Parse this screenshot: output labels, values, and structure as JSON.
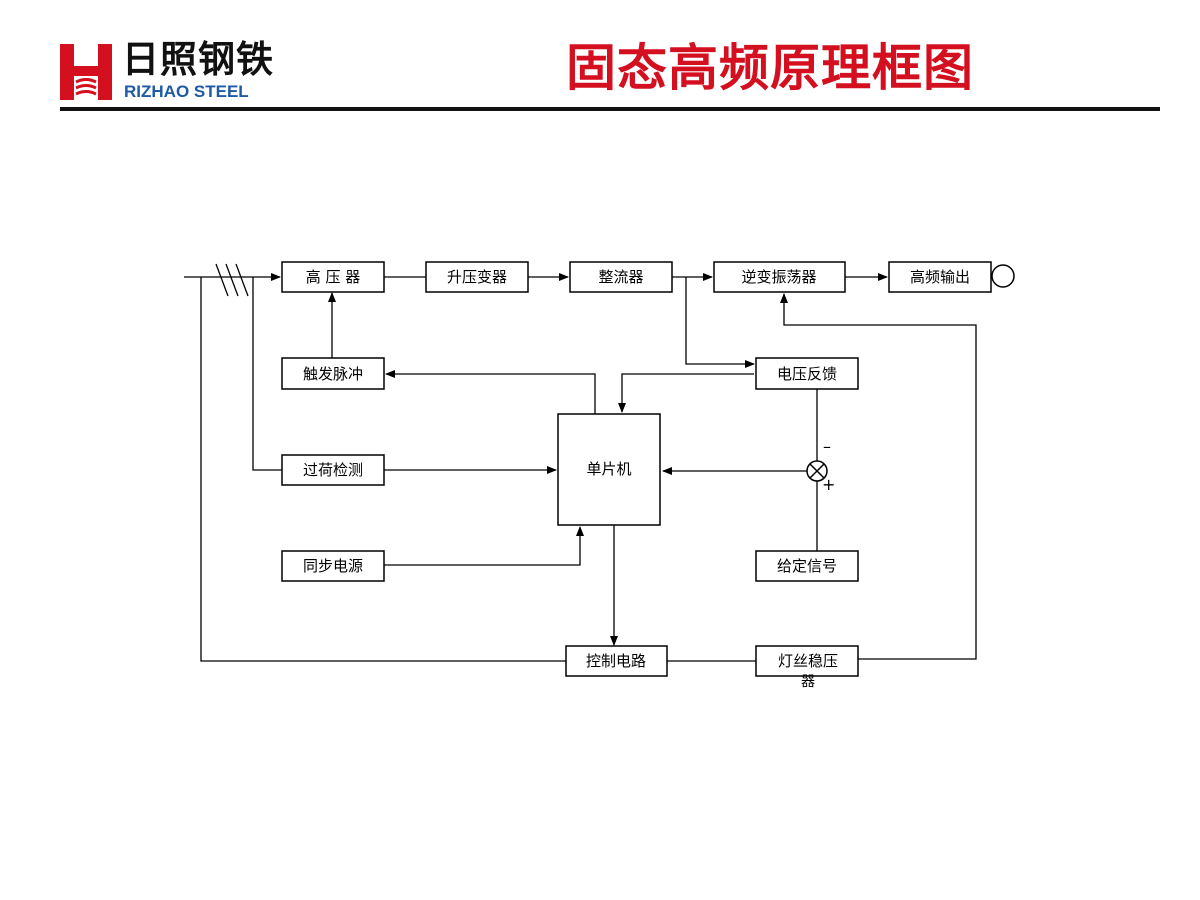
{
  "colors": {
    "brand_red": "#d40f1f",
    "rule": "#111111",
    "logo_blue": "#1f5aa8"
  },
  "header": {
    "logo_cn": "日照钢铁",
    "logo_en": "RIZHAO STEEL",
    "title": "固态高频原理框图"
  },
  "diagram": {
    "nodes": {
      "high_voltage": "高 压 器",
      "step_up": "升压变器",
      "rectifier": "整流器",
      "inverter": "逆变振荡器",
      "hf_output": "高频输出",
      "trigger": "触发脉冲",
      "voltage_feedback": "电压反馈",
      "overload": "过荷检测",
      "mcu": "单片机",
      "sync_power": "同步电源",
      "setpoint": "给定信号",
      "control": "控制电路",
      "filament_l1": "灯丝稳压",
      "filament_l2": "器"
    },
    "summing_signs": {
      "minus": "–",
      "plus": "+"
    }
  }
}
